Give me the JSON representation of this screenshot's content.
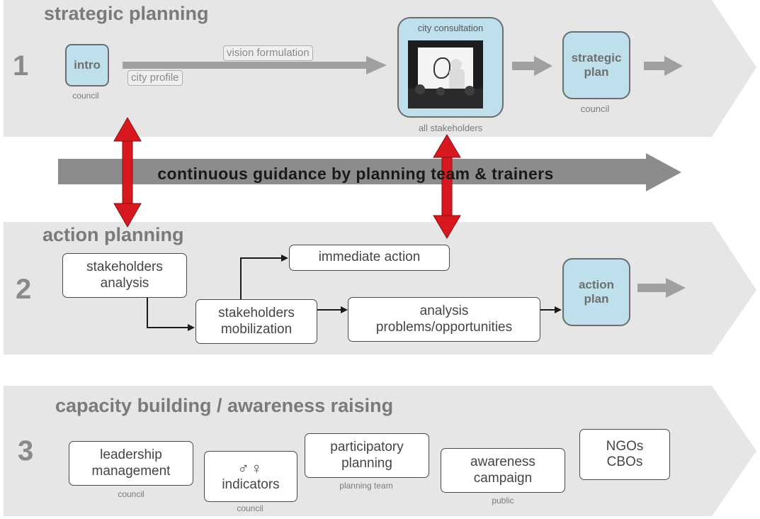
{
  "band1": {
    "title": "strategic planning",
    "number": "1",
    "intro": {
      "label": "intro",
      "actor": "council"
    },
    "tags": {
      "vision": "vision formulation",
      "profile": "city profile"
    },
    "consultation": {
      "label": "city consultation",
      "actor": "all stakeholders"
    },
    "strategic_plan": {
      "line1": "strategic",
      "line2": "plan",
      "actor": "council"
    }
  },
  "guidance": {
    "label": "continuous guidance by planning team & trainers"
  },
  "band2": {
    "title": "action planning",
    "number": "2",
    "stakeholders_analysis": "stakeholders\nanalysis",
    "immediate_action": "immediate action",
    "stakeholders_mobilization": "stakeholders\nmobilization",
    "problems": "analysis\nproblems/opportunities",
    "action_plan": {
      "line1": "action",
      "line2": "plan"
    }
  },
  "band3": {
    "title": "capacity building / awareness raising",
    "number": "3",
    "leadership": {
      "label": "leadership\nmanagement",
      "actor": "council"
    },
    "indicators": {
      "symbols": "♂♀",
      "label": "indicators",
      "actor": "council"
    },
    "participatory": {
      "label": "participatory\nplanning",
      "actor": "planning team"
    },
    "awareness": {
      "label": "awareness\ncampaign",
      "actor": "public"
    },
    "ngos": {
      "label": "NGOs\nCBOs"
    }
  },
  "colors": {
    "band": "#e6e6e6",
    "blue_box": "#bde0ec",
    "guidance_arrow": "#8c8c8c",
    "double_arrow": "#d7191f"
  }
}
